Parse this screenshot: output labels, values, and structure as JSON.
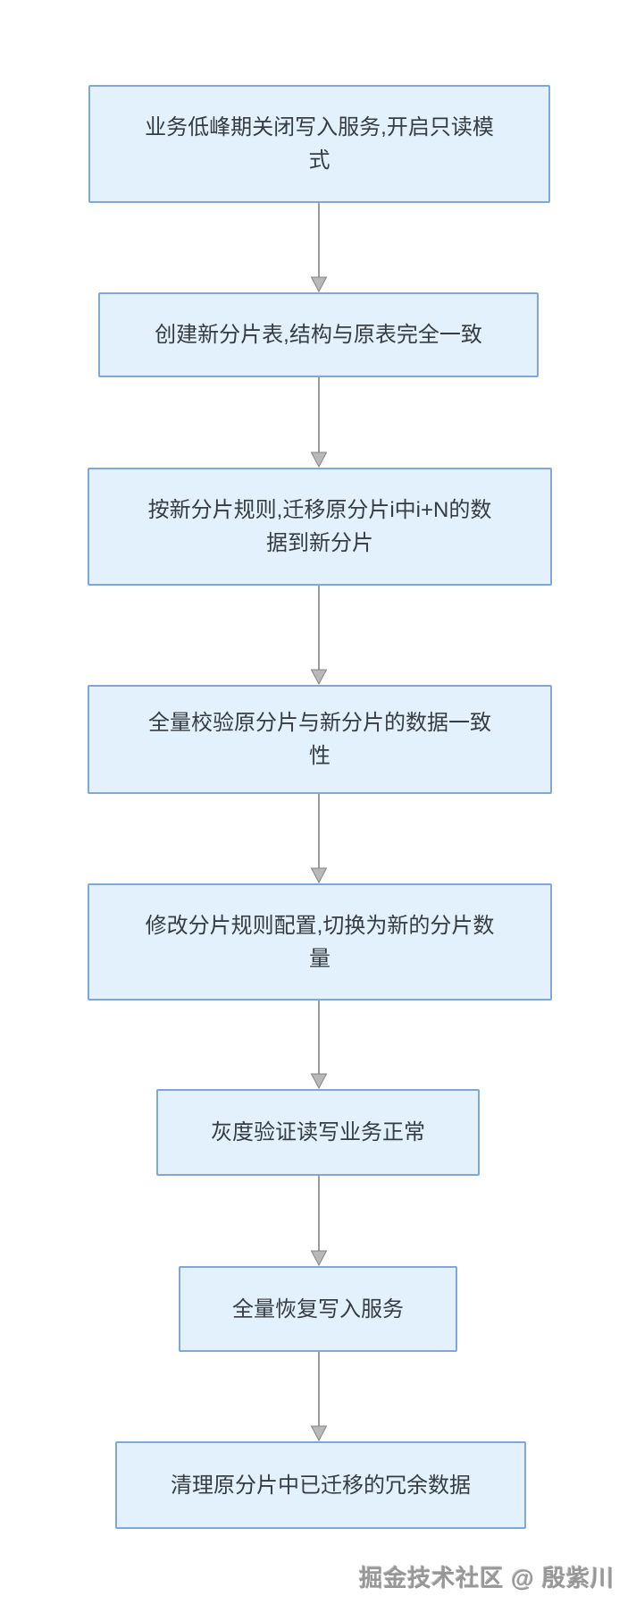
{
  "flowchart": {
    "steps": [
      {
        "label": "业务低峰期关闭写入服务,开启只读模式"
      },
      {
        "label": "创建新分片表,结构与原表完全一致"
      },
      {
        "label": "按新分片规则,迁移原分片i中i+N的数据到新分片"
      },
      {
        "label": "全量校验原分片与新分片的数据一致性"
      },
      {
        "label": "修改分片规则配置,切换为新的分片数量"
      },
      {
        "label": "灰度验证读写业务正常"
      },
      {
        "label": "全量恢复写入服务"
      },
      {
        "label": "清理原分片中已迁移的冗余数据"
      }
    ],
    "colors": {
      "node_fill": "#e2f1fb",
      "node_border": "#7fa8d8",
      "arrow": "#9b9b9b",
      "text": "#363c42"
    }
  },
  "watermark": {
    "text": "掘金技术社区 @ 殷紫川"
  }
}
